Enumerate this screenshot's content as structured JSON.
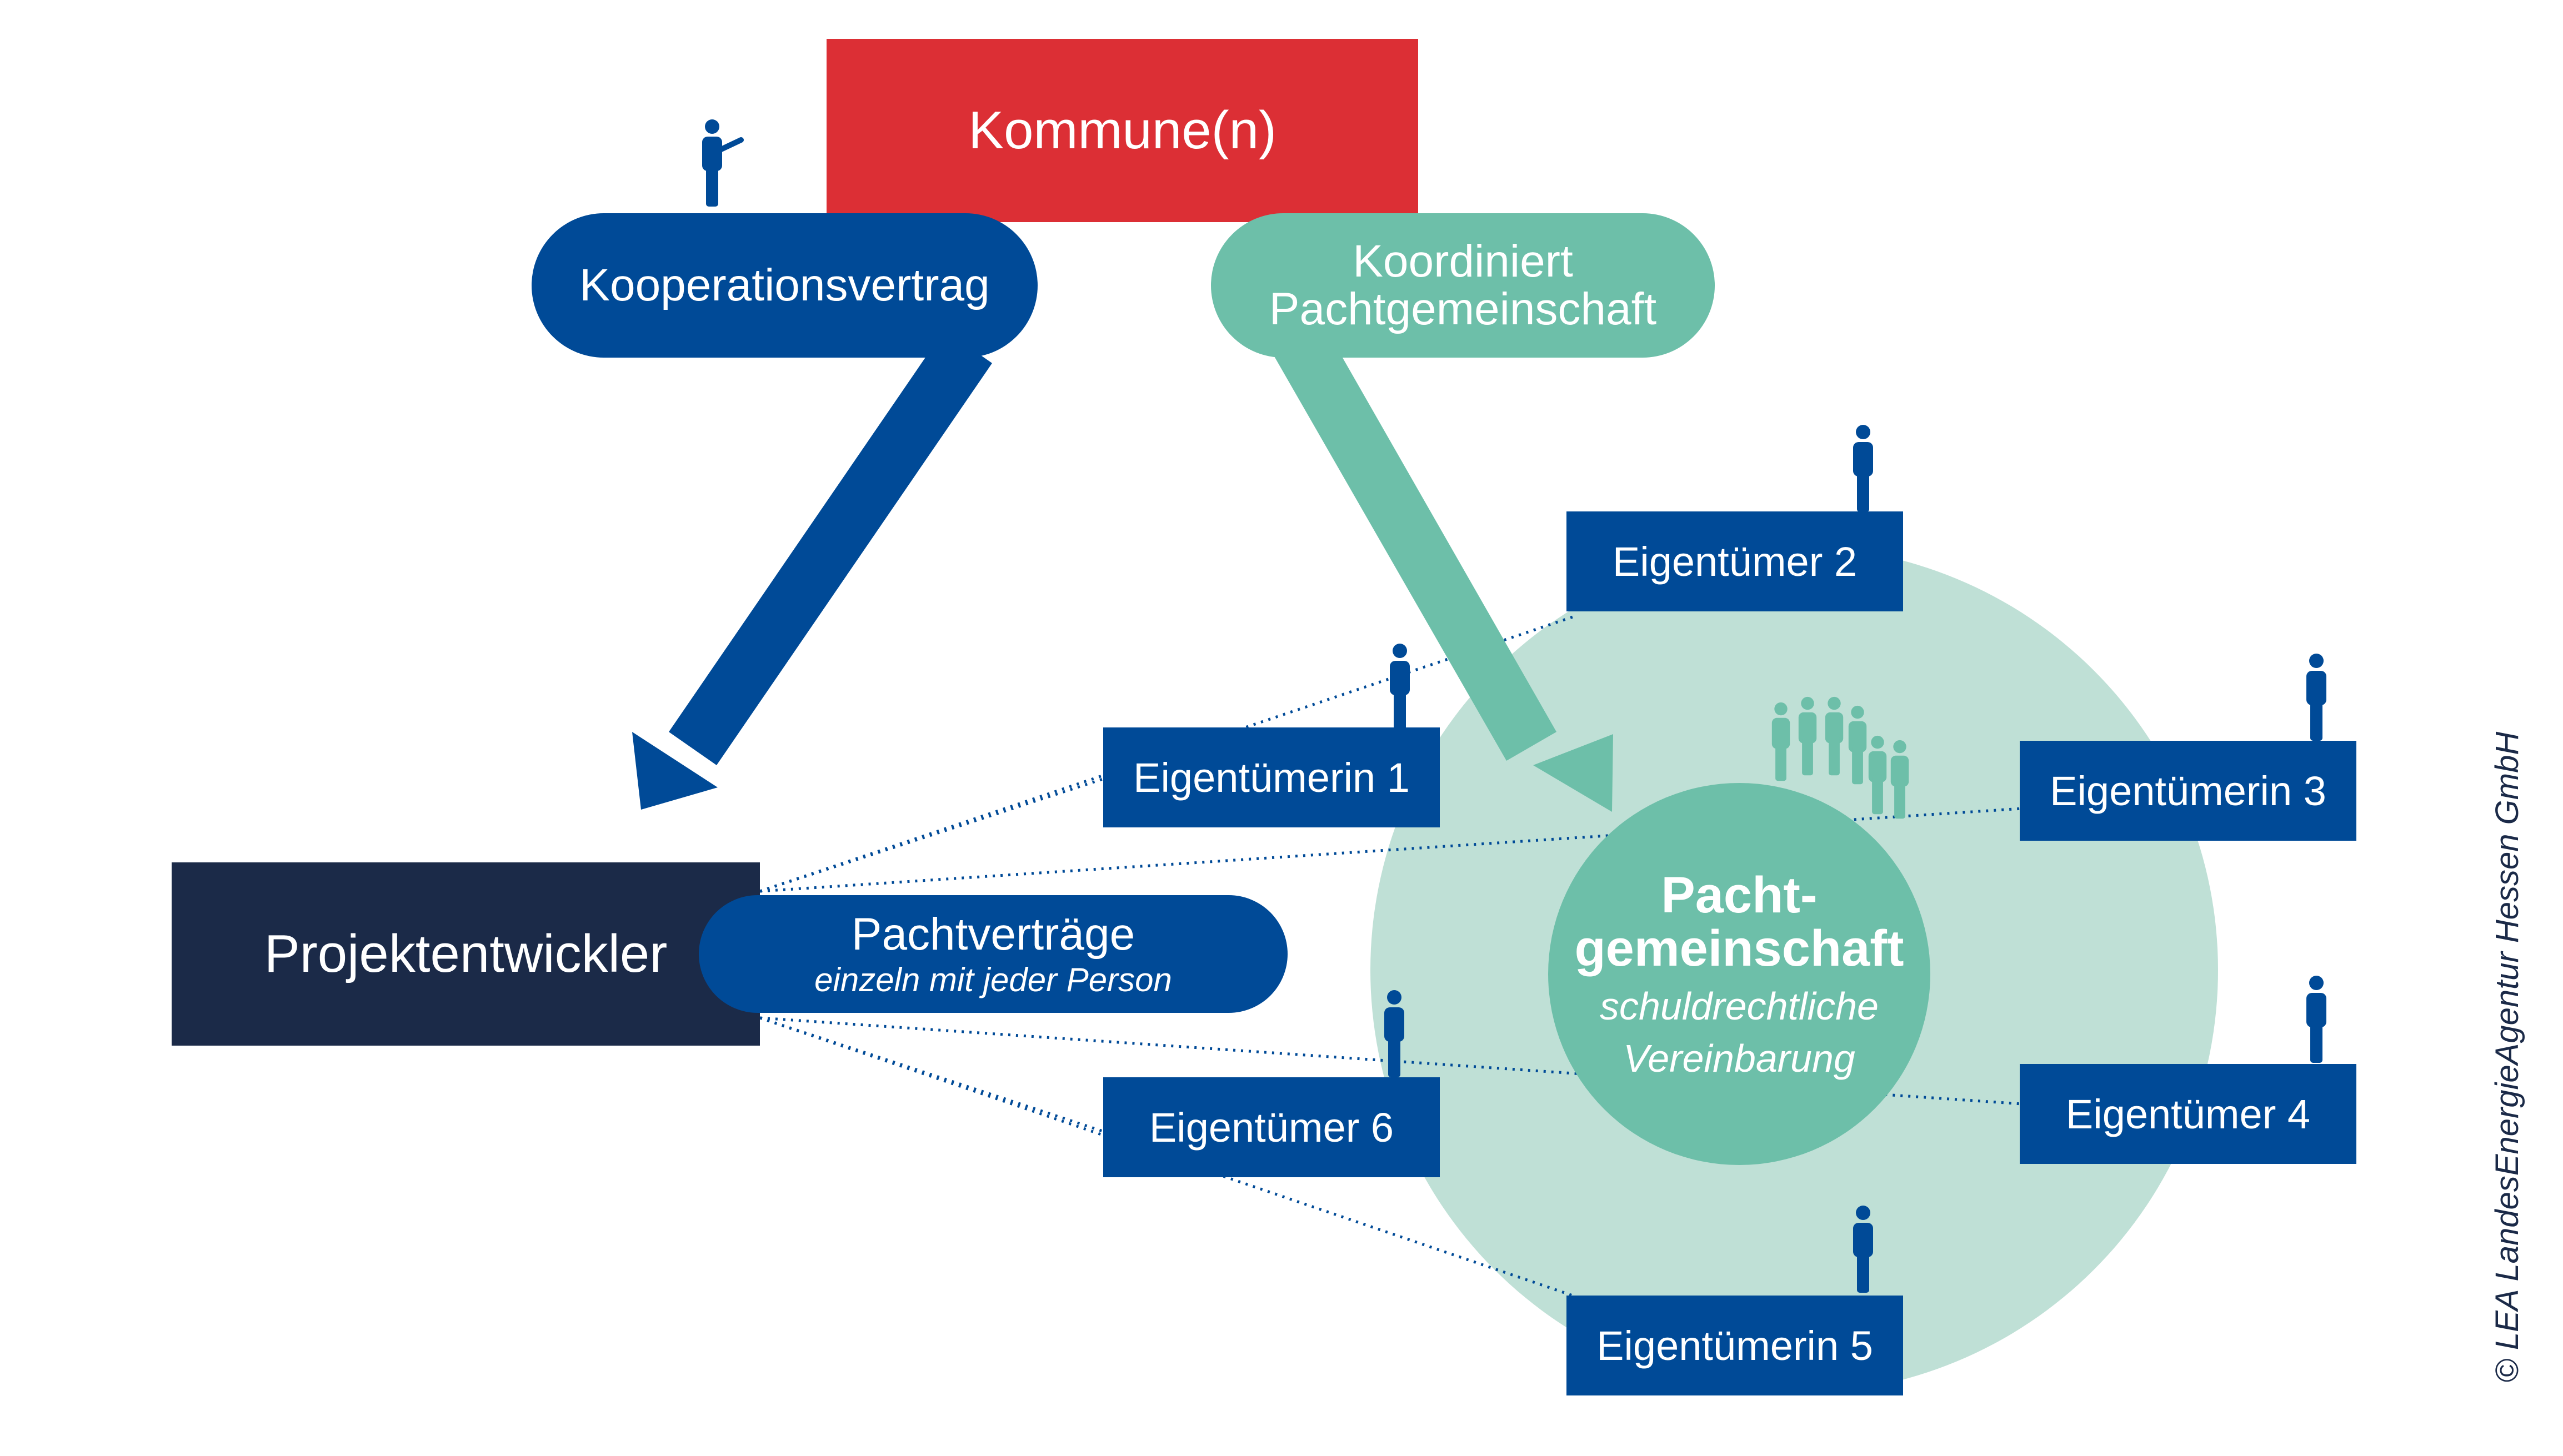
{
  "kommune": {
    "label": "Kommune(n)"
  },
  "kooperationsvertrag": {
    "label": "Kooperationsvertrag"
  },
  "koordiniert": {
    "line1": "Koordiniert",
    "line2": "Pachtgemeinschaft"
  },
  "projektentwickler": {
    "label": "Projektentwickler"
  },
  "pachtvertraege": {
    "label": "Pachtverträge",
    "sub": "einzeln mit jeder Person"
  },
  "pachtgemeinschaft": {
    "title_line1": "Pacht-",
    "title_line2": "gemeinschaft",
    "sub_line1": "schuldrechtliche",
    "sub_line2": "Vereinbarung"
  },
  "owners": [
    {
      "label": "Eigentümerin 1"
    },
    {
      "label": "Eigentümer 2"
    },
    {
      "label": "Eigentümerin 3"
    },
    {
      "label": "Eigentümer 4"
    },
    {
      "label": "Eigentümerin 5"
    },
    {
      "label": "Eigentümer 6"
    }
  ],
  "copyright": "© LEA LandesEnergieAgentur Hessen GmbH",
  "colors": {
    "red": "#dc2f35",
    "dark_blue": "#004a97",
    "navy": "#1b2a48",
    "green": "#6dbfa9",
    "light_green": "#bfe0d6"
  },
  "icons": [
    "person-pointing-icon",
    "person-icon",
    "group-icon"
  ]
}
